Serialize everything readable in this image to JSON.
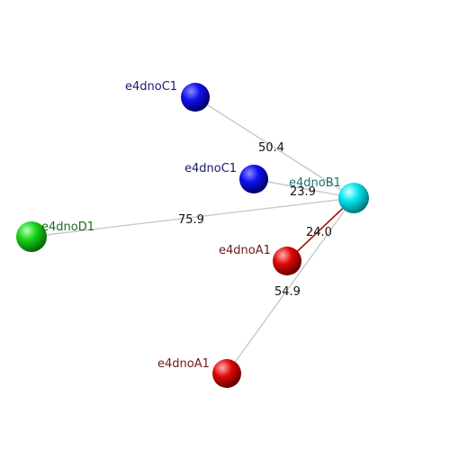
{
  "nodes": [
    {
      "id": "c1_top",
      "label": "e4dnoC1",
      "color": "blue",
      "label_color": "#1a1a6e"
    },
    {
      "id": "c1_mid",
      "label": "e4dnoC1",
      "color": "blue",
      "label_color": "#1a1a6e"
    },
    {
      "id": "b1",
      "label": "e4dnoB1",
      "color": "cyan",
      "label_color": "#1f6f6f"
    },
    {
      "id": "d1",
      "label": "e4dnoD1",
      "color": "green",
      "label_color": "#1f6a1f"
    },
    {
      "id": "a1_mid",
      "label": "e4dnoA1",
      "color": "red",
      "label_color": "#6e1a1a"
    },
    {
      "id": "a1_bot",
      "label": "e4dnoA1",
      "color": "red",
      "label_color": "#6e1a1a"
    }
  ],
  "edges": [
    {
      "from": "c1_top",
      "to": "b1",
      "label": "50.4",
      "color": "#c8c8c8"
    },
    {
      "from": "c1_mid",
      "to": "b1",
      "label": "23.9",
      "color": "#c8c8c8"
    },
    {
      "from": "d1",
      "to": "b1",
      "label": "75.9",
      "color": "#c8c8c8"
    },
    {
      "from": "a1_mid",
      "to": "b1",
      "label": "24.0",
      "color": "#a01010"
    },
    {
      "from": "a1_bot",
      "to": "b1",
      "label": "54.9",
      "color": "#c8c8c8"
    }
  ],
  "colors": {
    "blue": "#0000e0",
    "cyan": "#00e0ea",
    "green": "#18d018",
    "red": "#e00000"
  }
}
